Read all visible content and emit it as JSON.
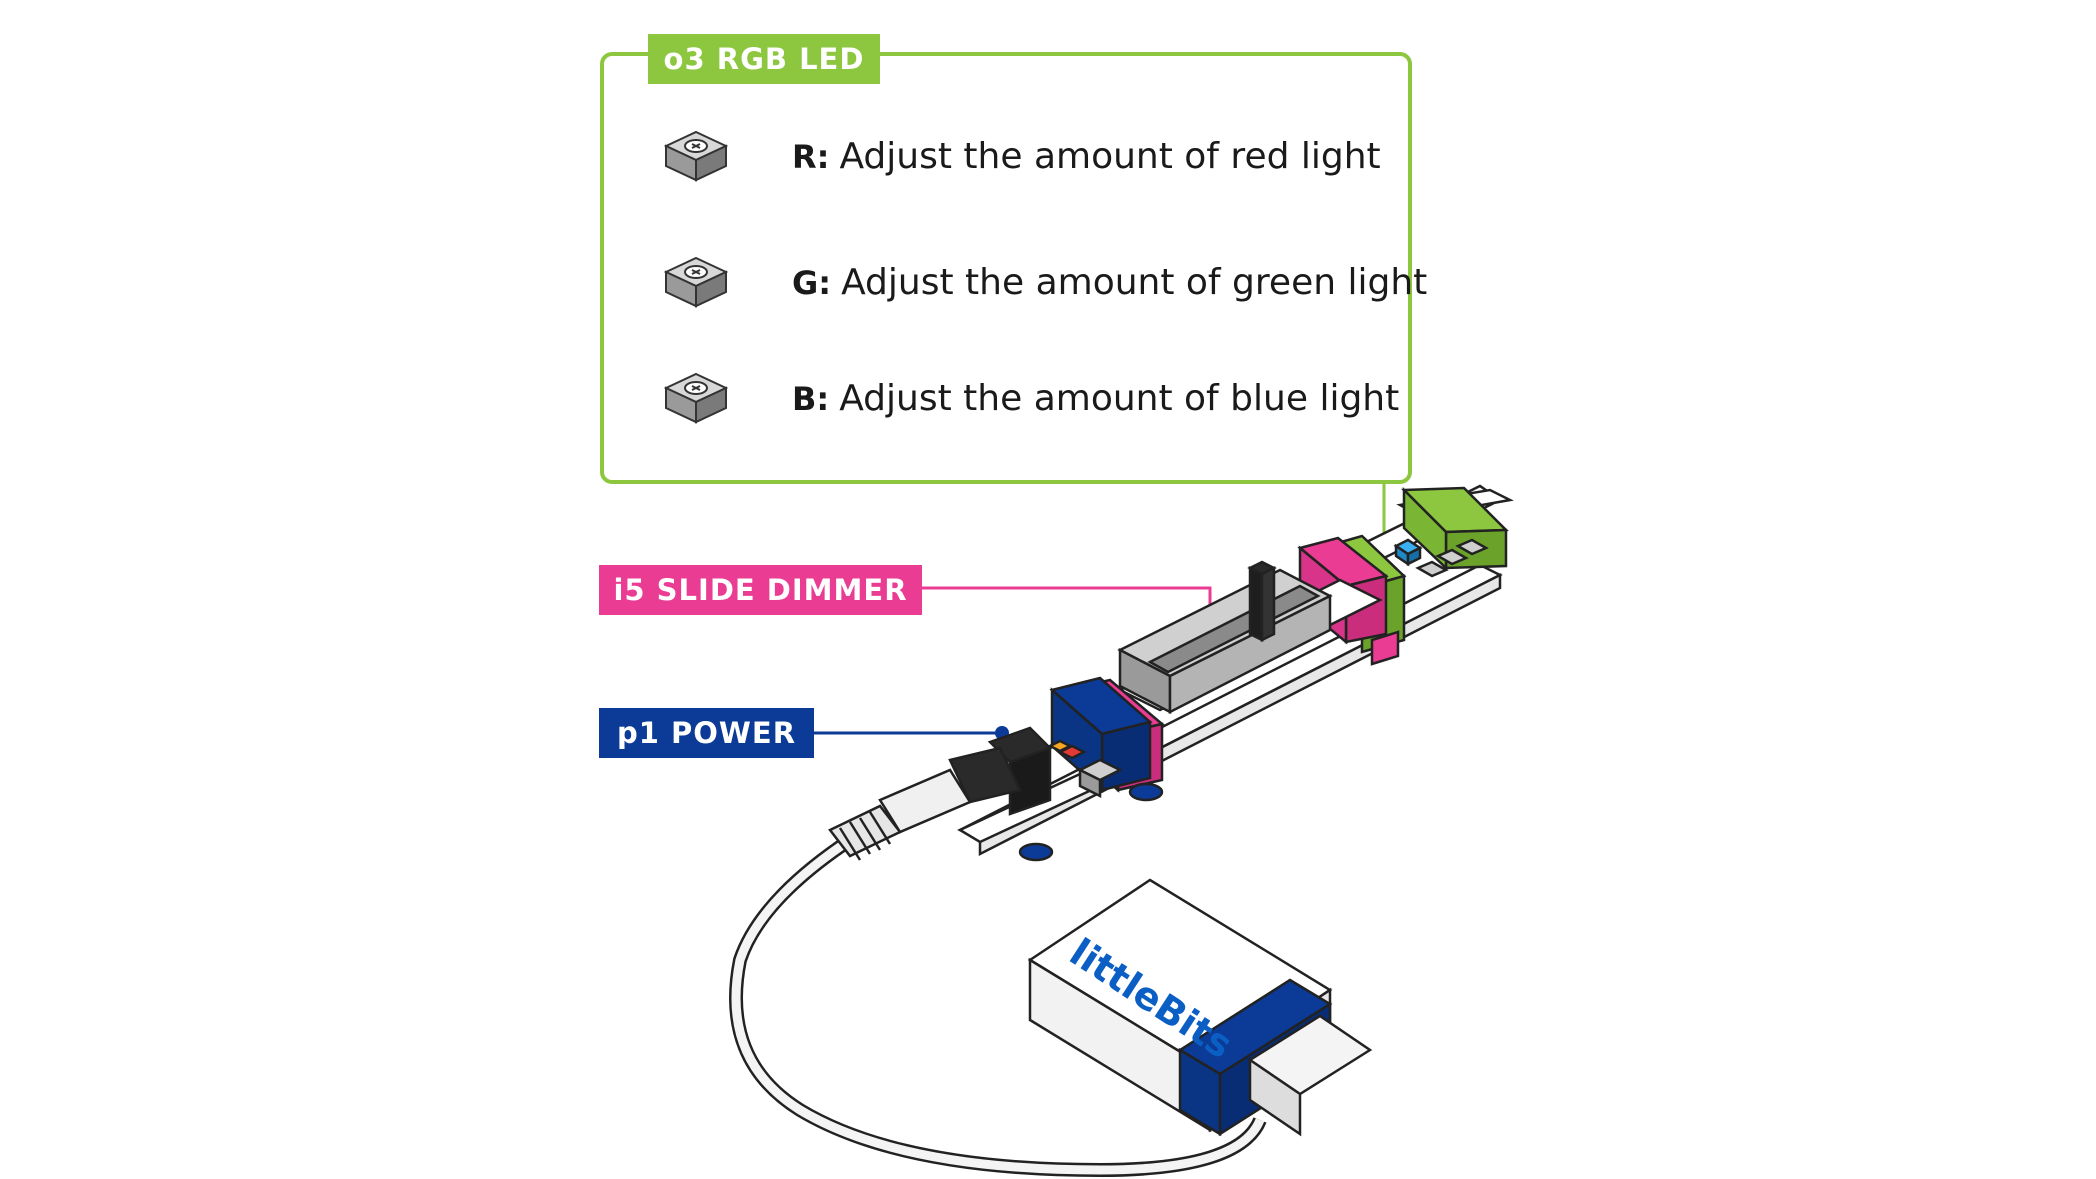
{
  "labels": {
    "rgb_led": "o3 RGB LED",
    "slide_dimmer": "i5 SLIDE DIMMER",
    "power": "p1 POWER"
  },
  "rgb_rows": [
    {
      "key": "R:",
      "text": "Adjust the amount of red light"
    },
    {
      "key": "G:",
      "text": "Adjust the amount of green light"
    },
    {
      "key": "B:",
      "text": "Adjust the amount of blue light"
    }
  ],
  "battery_brand": "littleBits",
  "colors": {
    "rgb_led": "#8dc63f",
    "slide_dimmer": "#ea3c93",
    "power": "#0b3b96"
  },
  "icons": [
    "trimmer-knob-icon",
    "battery-icon",
    "power-cable-icon"
  ]
}
